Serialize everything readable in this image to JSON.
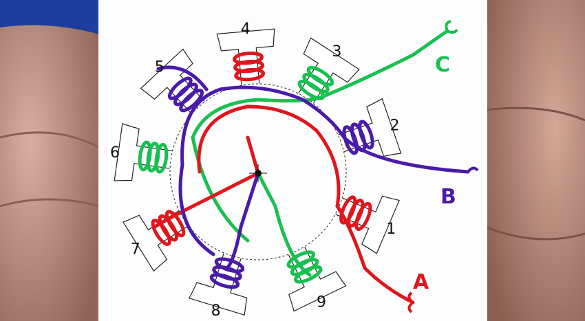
{
  "diagram": {
    "tooth_labels": [
      "1",
      "2",
      "3",
      "4",
      "5",
      "6",
      "7",
      "8",
      "9"
    ],
    "phases": {
      "A": {
        "label": "A",
        "color": "#e0161d"
      },
      "B": {
        "label": "B",
        "color": "#4a1aa8"
      },
      "C": {
        "label": "C",
        "color": "#18c050"
      }
    }
  },
  "colors": {
    "paper": "#ffffff",
    "skin": "#c89a86",
    "background": "#1d3e9e"
  }
}
